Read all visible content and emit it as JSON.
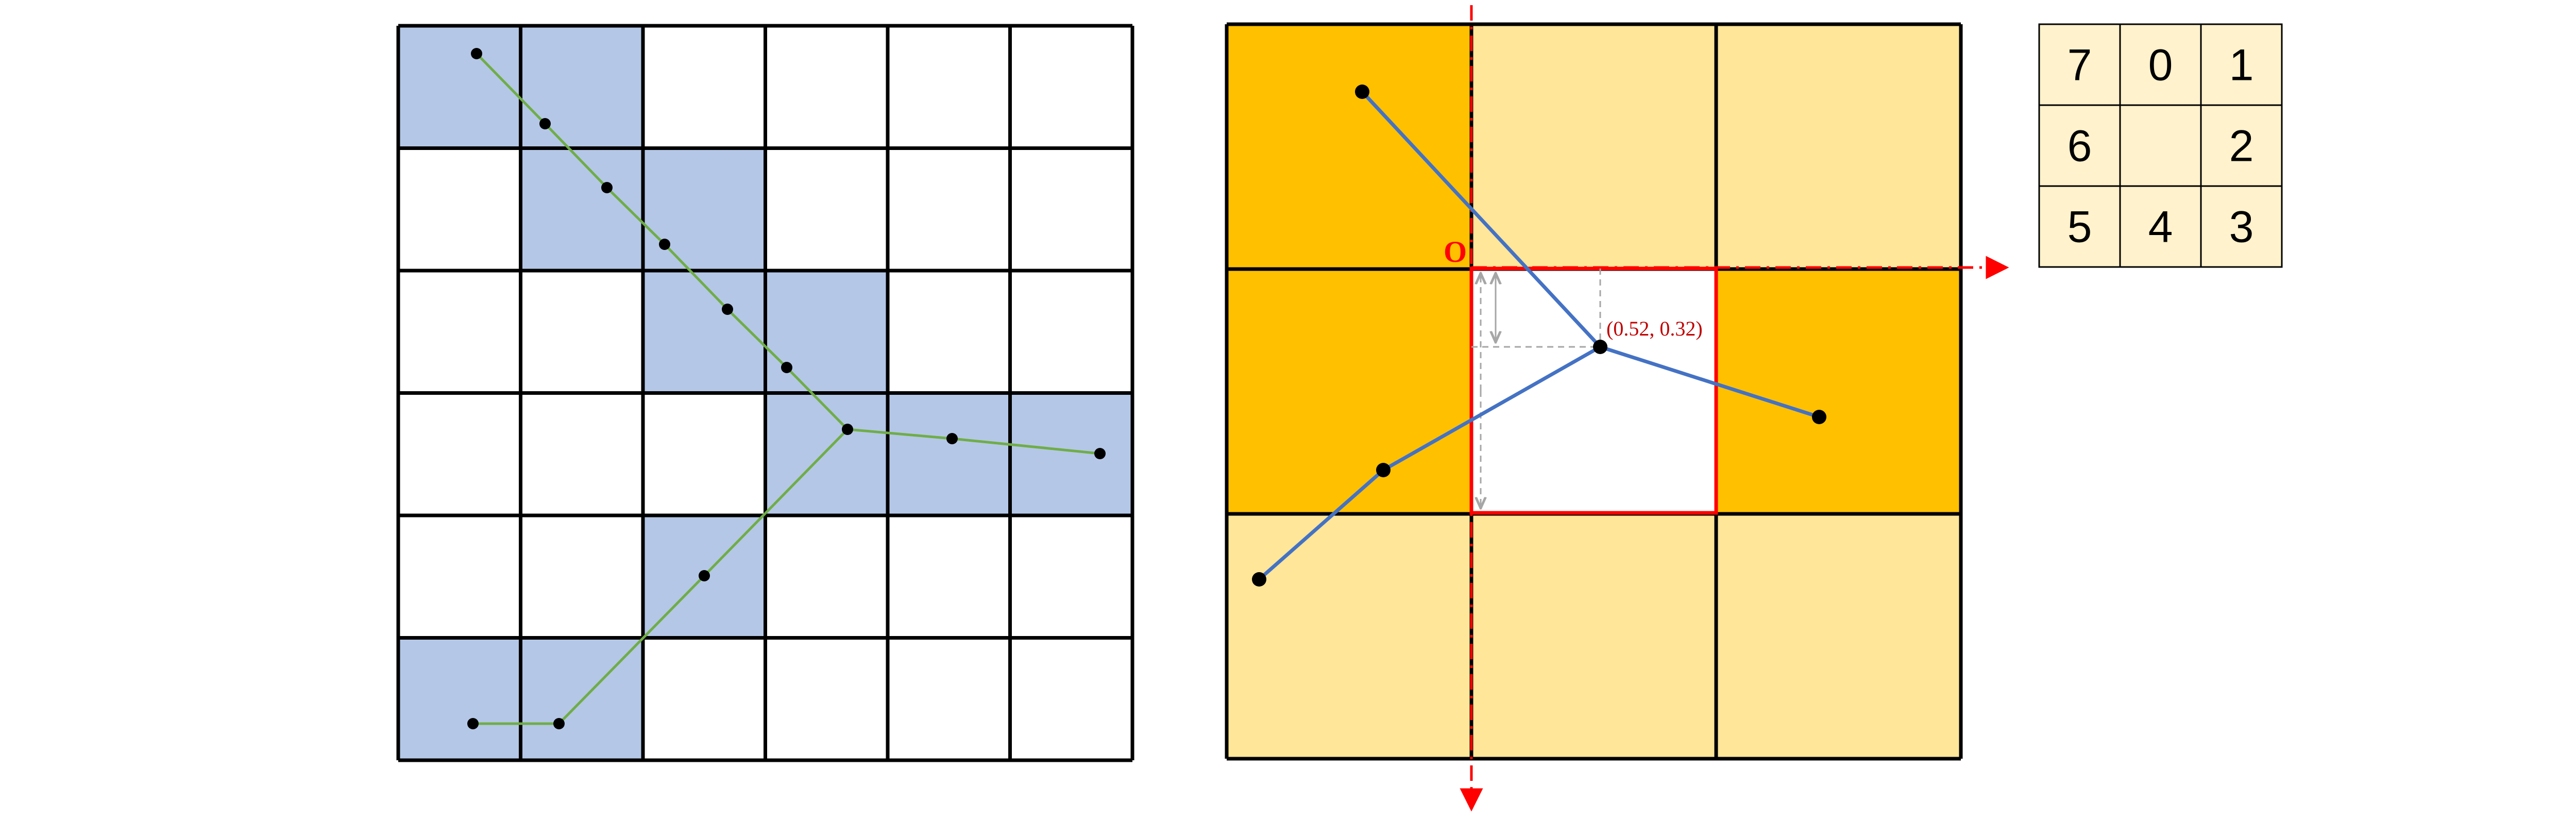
{
  "colors": {
    "skeleton_cell": "#b4c7e7",
    "skeleton_line": "#70ad47",
    "node_point": "#000000",
    "grid_line": "#000000",
    "neighbor_dark": "#ffc000",
    "neighbor_light": "#ffe699",
    "center_cell": "#ffffff",
    "branch_line": "#4472c4",
    "axis_red": "#ff0000",
    "annotation_label": "#c00000",
    "offset_guide": "#a6a6a6",
    "direction_cell": "#fff2cc"
  },
  "left_grid": {
    "rows": 6,
    "cols": 6,
    "filled_cells": [
      [
        0,
        0
      ],
      [
        0,
        1
      ],
      [
        1,
        1
      ],
      [
        1,
        2
      ],
      [
        2,
        2
      ],
      [
        2,
        3
      ],
      [
        3,
        3
      ],
      [
        3,
        4
      ],
      [
        3,
        5
      ],
      [
        4,
        2
      ],
      [
        5,
        0
      ],
      [
        5,
        1
      ]
    ]
  },
  "right_grid": {
    "rows": 3,
    "cols": 3,
    "cell_shading": [
      [
        "dark",
        "light",
        "light"
      ],
      [
        "dark",
        "center",
        "dark"
      ],
      [
        "light",
        "light",
        "light"
      ]
    ]
  },
  "annotations": {
    "origin_label": "O",
    "coordinate_label": "(0.52, 0.32)"
  },
  "direction_table": {
    "cells": [
      [
        "7",
        "0",
        "1"
      ],
      [
        "6",
        "",
        "2"
      ],
      [
        "5",
        "4",
        "3"
      ]
    ]
  }
}
